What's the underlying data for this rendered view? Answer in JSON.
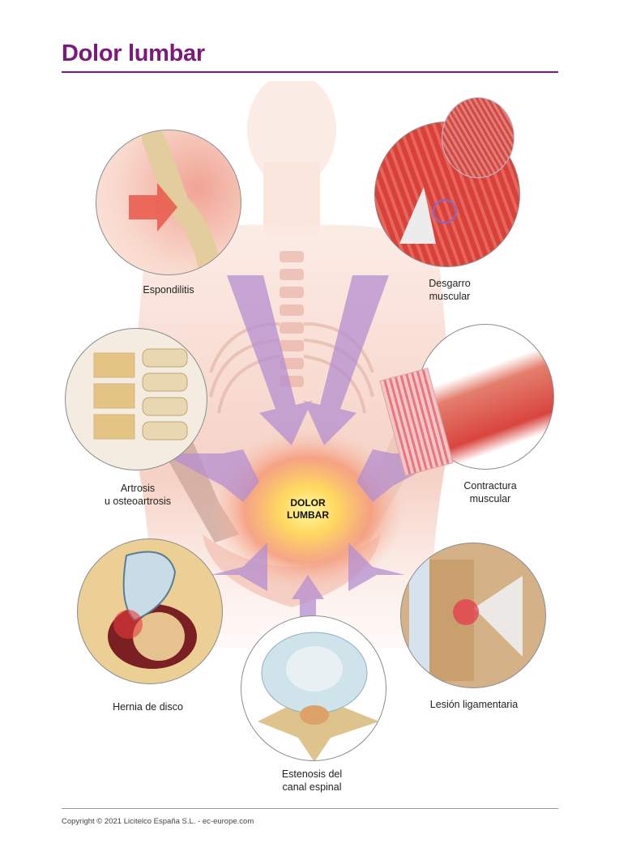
{
  "header": {
    "title": "Dolor lumbar"
  },
  "center": {
    "label": "DOLOR\nLUMBAR"
  },
  "causes": [
    {
      "id": "espondilitis",
      "label": "Espondilitis"
    },
    {
      "id": "desgarro",
      "label": "Desgarro\nmuscular"
    },
    {
      "id": "artrosis",
      "label": "Artrosis\nu osteoartrosis"
    },
    {
      "id": "contractura",
      "label": "Contractura\nmuscular"
    },
    {
      "id": "hernia",
      "label": "Hernia de disco"
    },
    {
      "id": "lesion",
      "label": "Lesión ligamentaria"
    },
    {
      "id": "estenosis",
      "label": "Estenosis del\ncanal espinal"
    }
  ],
  "footer": {
    "copyright": "Copyright © 2021 Licitelco España S.L. - ec-europe.com"
  },
  "colors": {
    "accent": "#7b1a7a",
    "arrow": "#b58fd0",
    "pain_core": "#ffe36a",
    "muscle": "#d9453f",
    "bone": "#e6cf9e",
    "disc": "#d8e6ee"
  }
}
